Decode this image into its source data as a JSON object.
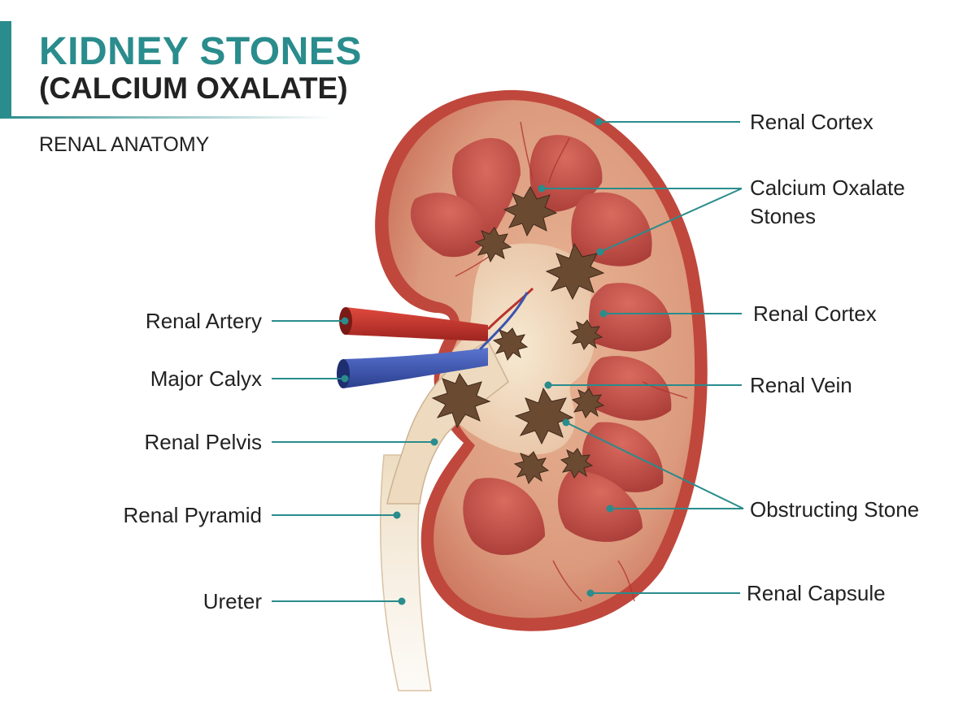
{
  "title": "KIDNEY STONES",
  "subtitle": "(CALCIUM OXALATE)",
  "section_label": "RENAL ANATOMY",
  "colors": {
    "accent": "#2a8c8c",
    "cortex": "#d88f76",
    "pyramid": "#c25048",
    "artery": "#c8322c",
    "vein": "#3a55b0",
    "stone": "#6b4a32"
  },
  "labels": {
    "left": [
      {
        "id": "renal-artery",
        "text": "Renal Artery"
      },
      {
        "id": "major-calyx",
        "text": "Major Calyx"
      },
      {
        "id": "renal-pelvis",
        "text": "Renal Pelvis"
      },
      {
        "id": "renal-pyramid",
        "text": "Renal Pyramid"
      },
      {
        "id": "ureter",
        "text": "Ureter"
      }
    ],
    "right": [
      {
        "id": "renal-cortex-top",
        "text": "Renal Cortex"
      },
      {
        "id": "calcium-oxalate-stones",
        "text": "Calcium Oxalate",
        "text2": "Stones"
      },
      {
        "id": "renal-cortex-mid",
        "text": "Renal Cortex"
      },
      {
        "id": "renal-vein",
        "text": "Renal Vein"
      },
      {
        "id": "obstructing-stone",
        "text": "Obstructing Stone"
      },
      {
        "id": "renal-capsule",
        "text": "Renal Capsule"
      }
    ]
  }
}
